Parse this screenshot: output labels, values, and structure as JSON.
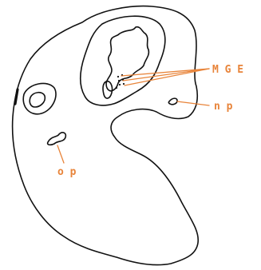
{
  "labels": {
    "mge": "M G E",
    "np": "n p",
    "op": "o p"
  },
  "colors": {
    "outline": "#111111",
    "label": "#e8843a",
    "background": "#ffffff"
  }
}
